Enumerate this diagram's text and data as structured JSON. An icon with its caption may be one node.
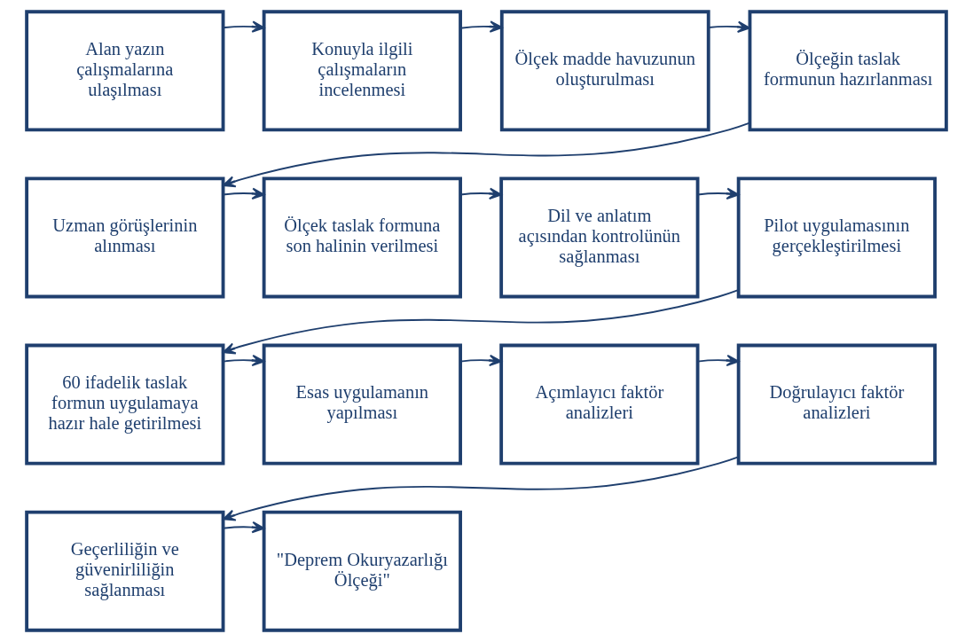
{
  "diagram": {
    "nodes": [
      {
        "text": [
          "Alan yazın çalışmalarına ulaşılması"
        ]
      },
      {
        "text": [
          "Konuyla ilgili çalışmaların incelenmesi"
        ]
      },
      {
        "text": [
          "Ölçek madde havuzunun oluşturulması"
        ]
      },
      {
        "text": [
          "Ölçeğin taslak formunun hazırlanması"
        ]
      },
      {
        "text": [
          "Uzman görüşlerinin alınması"
        ]
      },
      {
        "text": [
          "Ölçek taslak formuna son halinin verilmesi"
        ]
      },
      {
        "text": [
          "Dil ve anlatım açısından kontrolünün sağlanması"
        ]
      },
      {
        "text": [
          "Pilot uygulamasının gerçekleştirilmesi"
        ]
      },
      {
        "text": [
          "60 ifadelik taslak formun uygulamaya hazır hale getirilmesi"
        ]
      },
      {
        "text": [
          "Esas uygulamanın yapılması"
        ]
      },
      {
        "text": [
          "Açımlayıcı faktör analizleri"
        ]
      },
      {
        "text": [
          "Doğrulayıcı faktör analizleri"
        ]
      },
      {
        "text": [
          "Geçerliliğin ve güvenirliliğin sağlanması"
        ]
      },
      {
        "text": [
          "\"Deprem Okuryazarlığı Ölçeği\""
        ]
      }
    ],
    "edges": [
      {
        "from": 0,
        "to": 1,
        "arrow": "to"
      },
      {
        "from": 1,
        "to": 2,
        "arrow": "to"
      },
      {
        "from": 2,
        "to": 3,
        "arrow": "to"
      },
      {
        "from": 3,
        "to": 4,
        "arrow": "to"
      },
      {
        "from": 4,
        "to": 5,
        "arrow": "to"
      },
      {
        "from": 5,
        "to": 6,
        "arrow": "to"
      },
      {
        "from": 6,
        "to": 7,
        "arrow": "to"
      },
      {
        "from": 7,
        "to": 8,
        "arrow": "to"
      },
      {
        "from": 8,
        "to": 9,
        "arrow": "to"
      },
      {
        "from": 9,
        "to": 10,
        "arrow": "to"
      },
      {
        "from": 10,
        "to": 11,
        "arrow": "to"
      },
      {
        "from": 11,
        "to": 12,
        "arrow": "to"
      },
      {
        "from": 12,
        "to": 13,
        "arrow": "to"
      }
    ]
  }
}
